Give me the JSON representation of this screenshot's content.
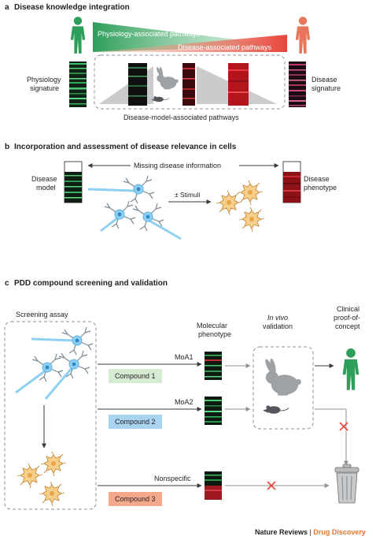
{
  "sections": {
    "a": {
      "letter": "a",
      "title": "Disease knowledge integration",
      "physiology_pathways": "Physiology-associated pathways",
      "disease_pathways": "Disease-associated pathways",
      "physiology_signature": [
        "Physiology",
        "signature"
      ],
      "disease_signature": [
        "Disease",
        "signature"
      ],
      "model_pathways": "Disease-model-associated pathways"
    },
    "b": {
      "letter": "b",
      "title": "Incorporation and assessment of disease relevance in cells",
      "missing_info": "Missing disease information",
      "disease_model": [
        "Disease",
        "model"
      ],
      "stimuli": "± Stimuli",
      "disease_phenotype": [
        "Disease",
        "phenotype"
      ]
    },
    "c": {
      "letter": "c",
      "title": "PDD compound screening and validation",
      "screening_assay": "Screening assay",
      "molecular_phenotype": [
        "Molecular",
        "phenotype"
      ],
      "in_vivo_validation": [
        "In vivo",
        "validation"
      ],
      "clinical": [
        "Clinical",
        "proof-of-",
        "concept"
      ],
      "moa1": "MoA1",
      "moa2": "MoA2",
      "nonspecific": "Nonspecific",
      "compound1": "Compound 1",
      "compound2": "Compound 2",
      "compound3": "Compound 3"
    }
  },
  "footer": {
    "journal": "Nature Reviews",
    "separator": " | ",
    "section": "Drug Discovery"
  },
  "colors": {
    "green": "#2e9e5b",
    "red": "#e8443a",
    "orange": "#e8762b",
    "blue": "#8cc8e8",
    "compound1": "#d6ebd2",
    "compound2": "#a8d4ef",
    "compound3": "#f4a98c",
    "neuron": "#5bb4e5",
    "glia": "#f5c87a",
    "grey": "#9fa2a5"
  },
  "icons": [
    "human-figure-green-icon",
    "human-figure-red-icon",
    "rabbit-icon",
    "mouse-icon",
    "neuron-icon",
    "astrocyte-icon",
    "trash-bin-icon",
    "cross-mark-icon"
  ]
}
